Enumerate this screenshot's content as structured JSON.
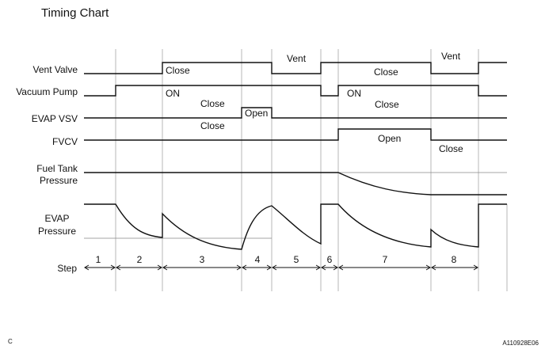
{
  "title": "Timing Chart",
  "signals": {
    "vent_valve": "Vent Valve",
    "vacuum_pump": "Vacuum Pump",
    "evap_vsv": "EVAP VSV",
    "fvcv": "FVCV",
    "fuel_tank_pressure_1": "Fuel Tank",
    "fuel_tank_pressure_2": "Pressure",
    "evap_pressure_1": "EVAP",
    "evap_pressure_2": "Pressure"
  },
  "state_labels": {
    "vent_close_1": "Close",
    "vent_vent_1": "Vent",
    "vent_close_2": "Close",
    "vent_vent_2": "Vent",
    "pump_on_1": "ON",
    "pump_on_2": "ON",
    "vsv_close_1": "Close",
    "vsv_open": "Open",
    "vsv_close_2": "Close",
    "fvcv_close_1": "Close",
    "fvcv_open": "Open",
    "fvcv_close_2": "Close"
  },
  "step_label": "Step",
  "steps": [
    "1",
    "2",
    "3",
    "4",
    "5",
    "6",
    "7",
    "8"
  ],
  "footer_left": "C",
  "footer_right": "A110928E06"
}
